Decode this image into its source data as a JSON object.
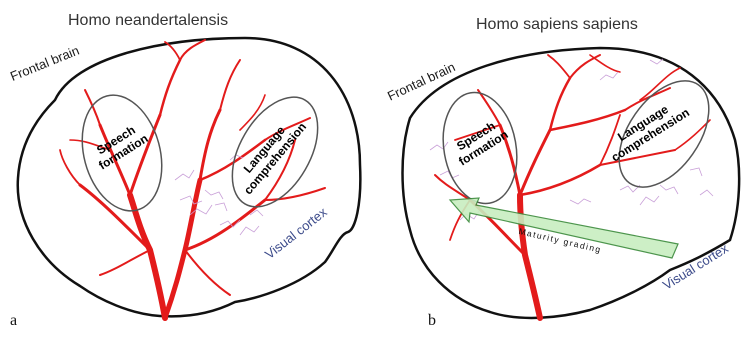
{
  "panels": [
    {
      "letter": "a",
      "title": "Homo neandertalensis",
      "frontal": "Frontal brain",
      "speech_line1": "Speech",
      "speech_line2": "formation",
      "language_line1": "Language",
      "language_line2": "comprehension",
      "visual": "Visual cortex"
    },
    {
      "letter": "b",
      "title": "Homo sapiens sapiens",
      "frontal": "Frontal brain",
      "speech_line1": "Speech",
      "speech_line2": "formation",
      "language_line1": "Language",
      "language_line2": "comprehension",
      "visual": "Visual cortex",
      "arrow_label": "Maturity grading"
    }
  ],
  "colors": {
    "vessel": "#e31b1b",
    "capillary": "#c9a0d8",
    "arrow_fill": "#c8eec0",
    "arrow_stroke": "#3a8a3a",
    "outline": "#111111"
  }
}
